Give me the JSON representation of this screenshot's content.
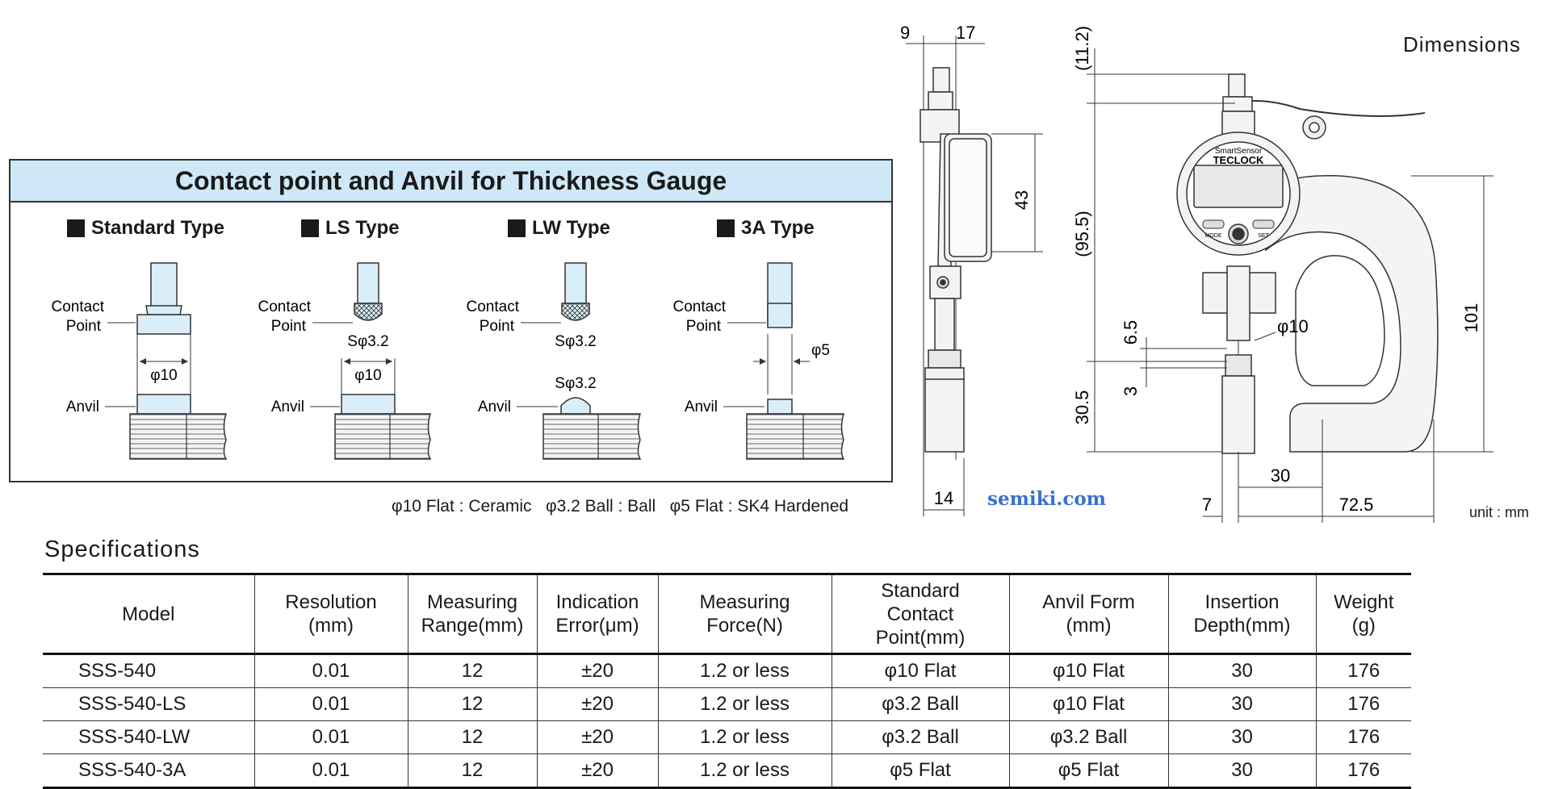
{
  "contact_panel": {
    "title": "Contact point and Anvil for Thickness Gauge",
    "types": [
      {
        "title": "Standard Type",
        "contact_label": "Contact\nPoint",
        "anvil_label": "Anvil",
        "dims": [
          "φ10"
        ]
      },
      {
        "title": "LS Type",
        "contact_label": "Contact\nPoint",
        "anvil_label": "Anvil",
        "dims": [
          "Sφ3.2",
          "φ10"
        ]
      },
      {
        "title": "LW Type",
        "contact_label": "Contact\nPoint",
        "anvil_label": "Anvil",
        "dims": [
          "Sφ3.2",
          "Sφ3.2"
        ]
      },
      {
        "title": "3A Type",
        "contact_label": "Contact\nPoint",
        "anvil_label": "Anvil",
        "dims": [
          "φ5"
        ]
      }
    ],
    "material_note": "φ10 Flat : Ceramic   φ3.2 Ball : Ball   φ5 Flat : SK4 Hardened"
  },
  "dimensions": {
    "title": "Dimensions",
    "side_view": [
      "9",
      "17",
      "43",
      "14"
    ],
    "front_view": [
      "(11.2)",
      "(95.5)",
      "6.5",
      "3",
      "30.5",
      "φ10",
      "101",
      "30",
      "7",
      "72.5"
    ],
    "dial_brand": "TECLOCK",
    "dial_sub": "SmartSensor",
    "dial_buttons": [
      "MODE",
      "SET"
    ],
    "watermark": "semiki.com",
    "unit": "unit : mm"
  },
  "specifications": {
    "title": "Specifications",
    "columns": [
      "Model",
      "Resolution\n(mm)",
      "Measuring\nRange(mm)",
      "Indication\nError(μm)",
      "Measuring\nForce(N)",
      "Standard\nContact\nPoint(mm)",
      "Anvil Form\n(mm)",
      "Insertion\nDepth(mm)",
      "Weight\n(g)"
    ],
    "rows": [
      [
        "SSS-540",
        "0.01",
        "12",
        "±20",
        "1.2 or less",
        "φ10 Flat",
        "φ10 Flat",
        "30",
        "176"
      ],
      [
        "SSS-540-LS",
        "0.01",
        "12",
        "±20",
        "1.2 or less",
        "φ3.2 Ball",
        "φ10 Flat",
        "30",
        "176"
      ],
      [
        "SSS-540-LW",
        "0.01",
        "12",
        "±20",
        "1.2 or less",
        "φ3.2 Ball",
        "φ3.2 Ball",
        "30",
        "176"
      ],
      [
        "SSS-540-3A",
        "0.01",
        "12",
        "±20",
        "1.2 or less",
        "φ5 Flat",
        "φ5 Flat",
        "30",
        "176"
      ]
    ]
  }
}
